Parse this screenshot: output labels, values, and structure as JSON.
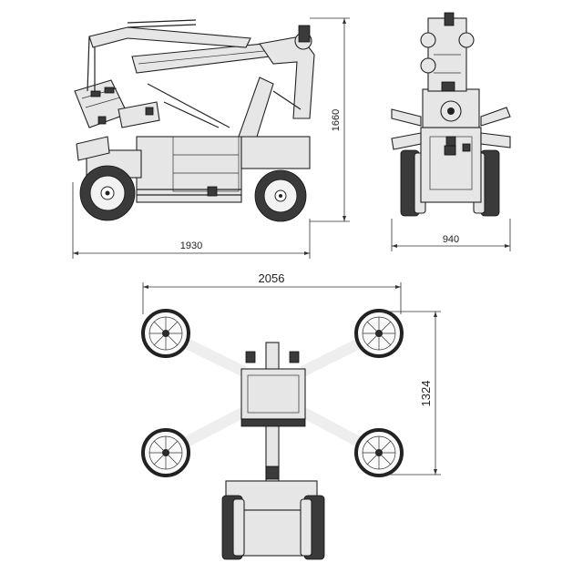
{
  "dimensions": {
    "side_length": "1930",
    "side_height": "1660",
    "front_width": "940",
    "top_width": "2056",
    "top_height": "1324"
  }
}
